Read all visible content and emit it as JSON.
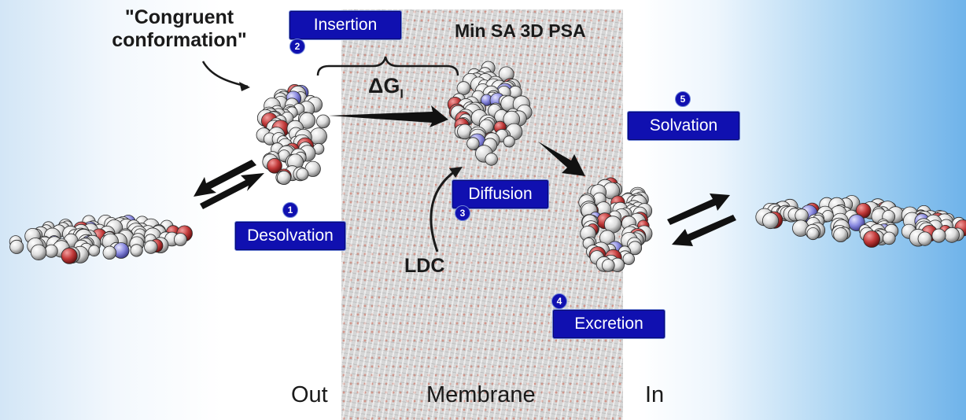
{
  "title": "Min SA 3D PSA",
  "quote": [
    "\"Congruent",
    "conformation\""
  ],
  "delta_g": {
    "main": "ΔG",
    "sub": "I"
  },
  "ldc": "LDC",
  "steps": [
    {
      "number": "1",
      "label": "Desolvation"
    },
    {
      "number": "2",
      "label": "Insertion"
    },
    {
      "number": "3",
      "label": "Diffusion"
    },
    {
      "number": "4",
      "label": "Excretion"
    },
    {
      "number": "5",
      "label": "Solvation"
    }
  ],
  "regions": {
    "out": "Out",
    "membrane": "Membrane",
    "in": "In"
  },
  "colors": {
    "badge": "#1010b0",
    "badge_border": "#6f86d8",
    "atom_carbon": "#e6e6e6",
    "atom_oxygen": "#c23a3a",
    "atom_nitrogen": "#8a8ae0",
    "arrow": "#111111",
    "background_in": "#6fb3ea"
  }
}
